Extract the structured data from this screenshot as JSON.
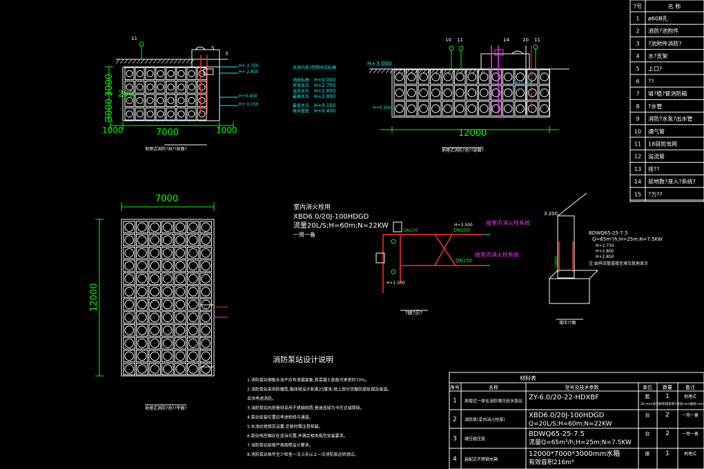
{
  "legend_table": {
    "header": {
      "num": "?号",
      "name": "名  称"
    },
    "rows": [
      {
        "num": "1",
        "name": "ø60Ⅲ孔"
      },
      {
        "num": "2",
        "name": "消防?池附件"
      },
      {
        "num": "3",
        "name": "?池附件消防?"
      },
      {
        "num": "4",
        "name": "水?支架"
      },
      {
        "num": "5",
        "name": "上口?"
      },
      {
        "num": "6",
        "name": "??"
      },
      {
        "num": "7",
        "name": "增?稳?管消防箱"
      },
      {
        "num": "8",
        "name": "?水管"
      },
      {
        "num": "9",
        "name": "消防?水泵?出水管"
      },
      {
        "num": "10",
        "name": "通气管"
      },
      {
        "num": "11",
        "name": "18目防虫网"
      },
      {
        "num": "12",
        "name": "溢流管"
      },
      {
        "num": "13",
        "name": "排??"
      },
      {
        "num": "14",
        "name": "就地数?液入?系统?"
      },
      {
        "num": "15",
        "name": "?力??"
      }
    ]
  },
  "elevation_left": {
    "dim_top": "3000",
    "dim_bottom": "3000",
    "dim_left_small": "200",
    "dim_width": "7000",
    "dim_side_l": "1000",
    "dim_side_r": "1000",
    "levels": [
      "H+ 2.750",
      "H+ 2.850",
      "H+0.400",
      "H+ 0.150"
    ],
    "caption": "地埋式消防?池??剖面?",
    "tags": [
      "11",
      "5",
      "3"
    ]
  },
  "level_notes": {
    "title": "水池内各?控制水位标高",
    "items": [
      {
        "label": "池底标高",
        "value": "H+0.000"
      },
      {
        "label": "有效水位",
        "value": "H+2.750"
      },
      {
        "label": "溢流水位",
        "value": "H+2.850"
      },
      {
        "label": "最高水位",
        "value": "H+2.800"
      },
      {
        "label": "最低水位",
        "value": "H+0.150"
      },
      {
        "label": "吸水管底",
        "value": "H+0.400"
      }
    ]
  },
  "elevation_right": {
    "level_top": "H+3.000",
    "level_mid": "H+2.750",
    "level_low": "H+0.150",
    "dim_width": "12000",
    "caption": "地埋式消防?池??剖面?",
    "tags": [
      "10",
      "11",
      "14",
      "10",
      "11"
    ]
  },
  "plan": {
    "dim_width": "7000",
    "dim_height": "12000",
    "caption": "地埋式消防?池??平面?"
  },
  "pump_system": {
    "title": "室内消火栓用",
    "model": "XBD6.0/20J-100HDGD",
    "spec": "流量20L/S;H=60m;N=22KW",
    "note": "一用一备",
    "pipe_top": "DN150",
    "pipe_bot": "DN150",
    "level_a": "H+3.500",
    "level_b": "H+1.500",
    "label_top": "接室内消火栓系统",
    "label_bot": "接室内消火栓系统",
    "label_dn100": "DN100",
    "caption": "?统?示?"
  },
  "booster": {
    "model": "BDWQ65-25-7.5",
    "spec": "Q=65m³/h;H=25m;N=7.5KW",
    "level_a": "H+2.750",
    "level_b": "H+2.800",
    "level_c": "H+2.850",
    "note": "注:由有压管道接至液位就地显示",
    "dim_top": "3.200",
    "pipe_dn": "DN80",
    "caption": "增压??图"
  },
  "design_notes": {
    "title": "消防泵站设计说明",
    "items": [
      "1.消防泵站钢板水池不应有渗漏现象,其混凝土底板可承受约70%。",
      "2.消防泵站采用防爆型,箱体按设计距离25厘米,地上部分须做防腐处理及保温。",
      "   且须考虑消防。",
      "3.消防泵站内部管材采用不锈钢材质,管道连接为卡压式或焊接。",
      "4.泵站安装位置应考虑检修与通道。",
      "5.水池应按规范设置,安装时需注意预留。",
      "6.泵站电控箱应在适当位置,并满足相关规范安装要求。",
      "7.消防泵站接管严格按照设计要求。",
      "8.消防泵站每年至少检查一次,5天以上一次消防泵运转测试。"
    ]
  },
  "material_table": {
    "title": "材料表",
    "headers": [
      "序号",
      "名称",
      "型号及技术参数",
      "单位",
      "数量",
      "备注"
    ],
    "rows": [
      {
        "num": "1",
        "name": "地埋式一体化消防增压给水泵站",
        "spec": "ZY-6.0/20-22-HDXBF",
        "unit": "套",
        "qty": "1",
        "note": "地埋式",
        "extra": "30 mm(含消防泵组及管)/泵站:mm基础 mm(含含消)"
      },
      {
        "num": "2",
        "name": "消防泵(室内消火栓泵)",
        "spec": "XBD6.0/20J-100HDGD",
        "spec2": "Q=20L/S;H=60m;N=22KW",
        "unit": "台",
        "qty": "2",
        "note": "一用一备"
      },
      {
        "num": "3",
        "name": "增压稳压泵",
        "spec": "BDWQ65-25-7.5",
        "spec2": "流量Q=65m³/h;H=25m;N=7.5KW",
        "unit": "台",
        "qty": "2",
        "note": "一用一备"
      },
      {
        "num": "4",
        "name": "装配式不锈钢水箱",
        "spec": "12000*7000*3000mm水箱",
        "spec2": "有效容积216m³",
        "unit": "座",
        "qty": "1",
        "note": "地埋式"
      }
    ]
  }
}
